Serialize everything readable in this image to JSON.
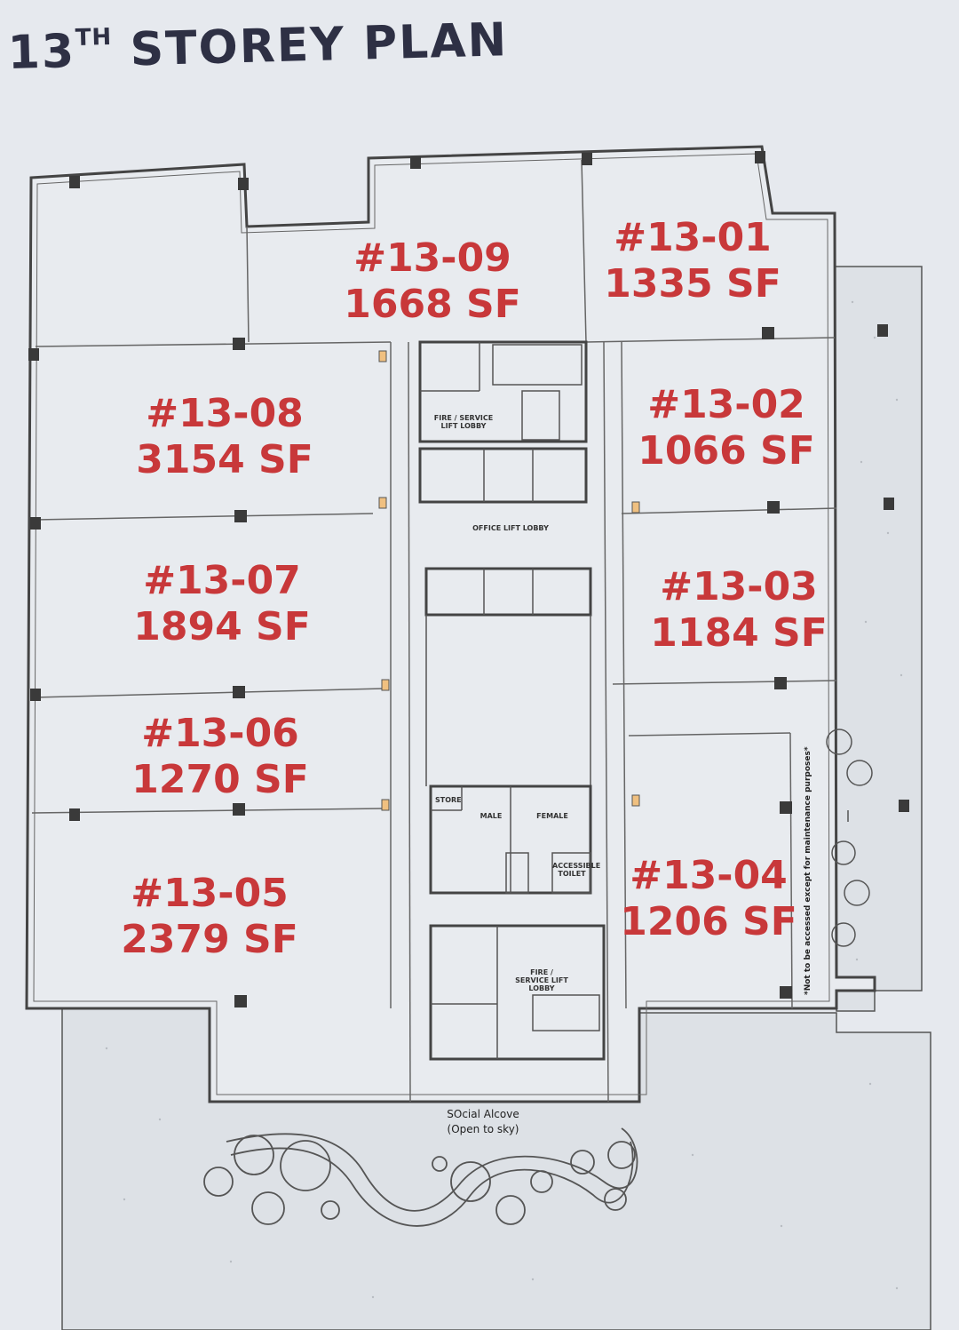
{
  "title": {
    "main": "13",
    "sup": "TH",
    "rest": " STOREY PLAN"
  },
  "units": [
    {
      "id": "#13-01",
      "area": "1335 SF"
    },
    {
      "id": "#13-02",
      "area": "1066 SF"
    },
    {
      "id": "#13-03",
      "area": "1184 SF"
    },
    {
      "id": "#13-04",
      "area": "1206 SF"
    },
    {
      "id": "#13-05",
      "area": "2379 SF"
    },
    {
      "id": "#13-06",
      "area": "1270 SF"
    },
    {
      "id": "#13-07",
      "area": "1894 SF"
    },
    {
      "id": "#13-08",
      "area": "3154 SF"
    },
    {
      "id": "#13-09",
      "area": "1668 SF"
    }
  ],
  "core_labels": {
    "fire_lobby_top": "FIRE / SERVICE LIFT LOBBY",
    "office_lift_lobby": "OFFICE LIFT LOBBY",
    "store": "STORE",
    "male": "MALE",
    "female": "FEMALE",
    "accessible_toilet": "ACCESSIBLE TOILET",
    "fire_lobby_bottom": "FIRE / SERVICE LIFT LOBBY"
  },
  "social_alcove": {
    "name": "SOcial Alcove",
    "note": "(Open to sky)"
  },
  "maintenance_note": "*Not to be accessed except for maintenance purposes*",
  "colors": {
    "unit_text": "#c8383a",
    "title": "#2e3044",
    "wall": "#444444",
    "background": "#e6e9ee"
  }
}
